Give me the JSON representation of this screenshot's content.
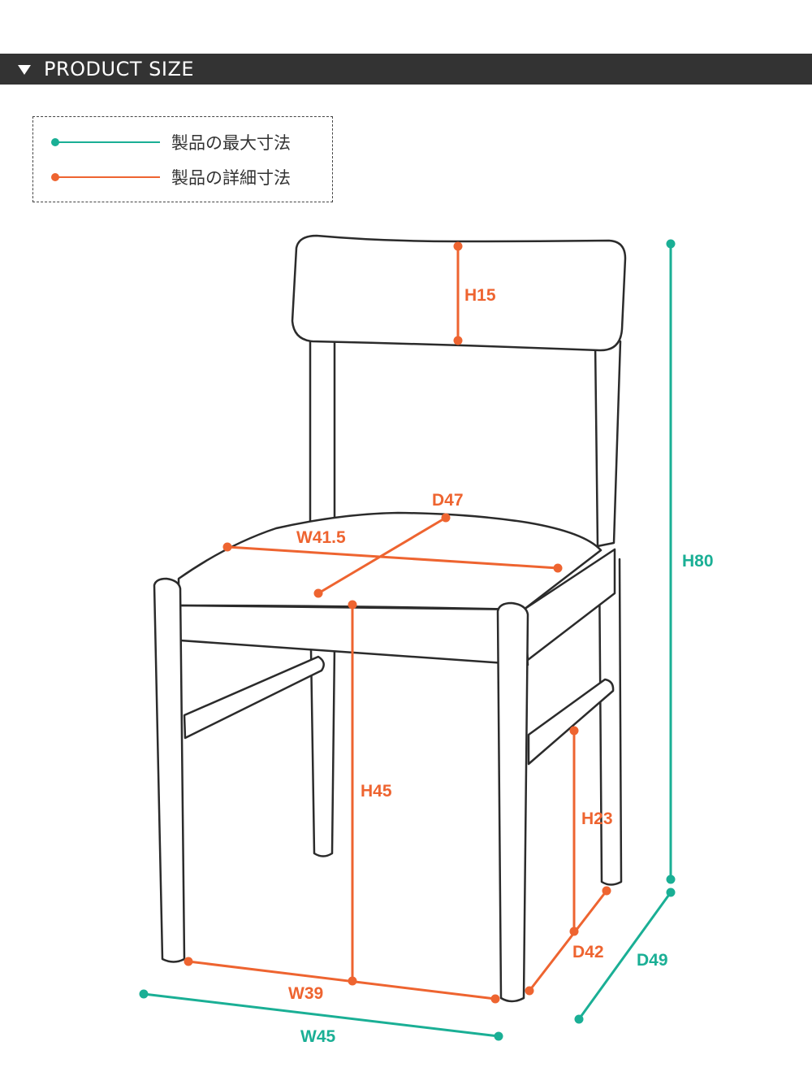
{
  "header": {
    "title": "PRODUCT SIZE"
  },
  "colors": {
    "max": "#1aaf95",
    "detail": "#ee6430",
    "outline": "#2b2b2b"
  },
  "legend": [
    {
      "label": "製品の最大寸法",
      "color_key": "max"
    },
    {
      "label": "製品の詳細寸法",
      "color_key": "detail"
    }
  ],
  "dimensions": {
    "backrest_height": "H15",
    "seat_depth": "D47",
    "seat_width": "W41.5",
    "seat_height": "H45",
    "stretcher_height": "H23",
    "leg_depth": "D42",
    "leg_width": "W39",
    "total_height": "H80",
    "total_depth": "D49",
    "total_width": "W45"
  }
}
